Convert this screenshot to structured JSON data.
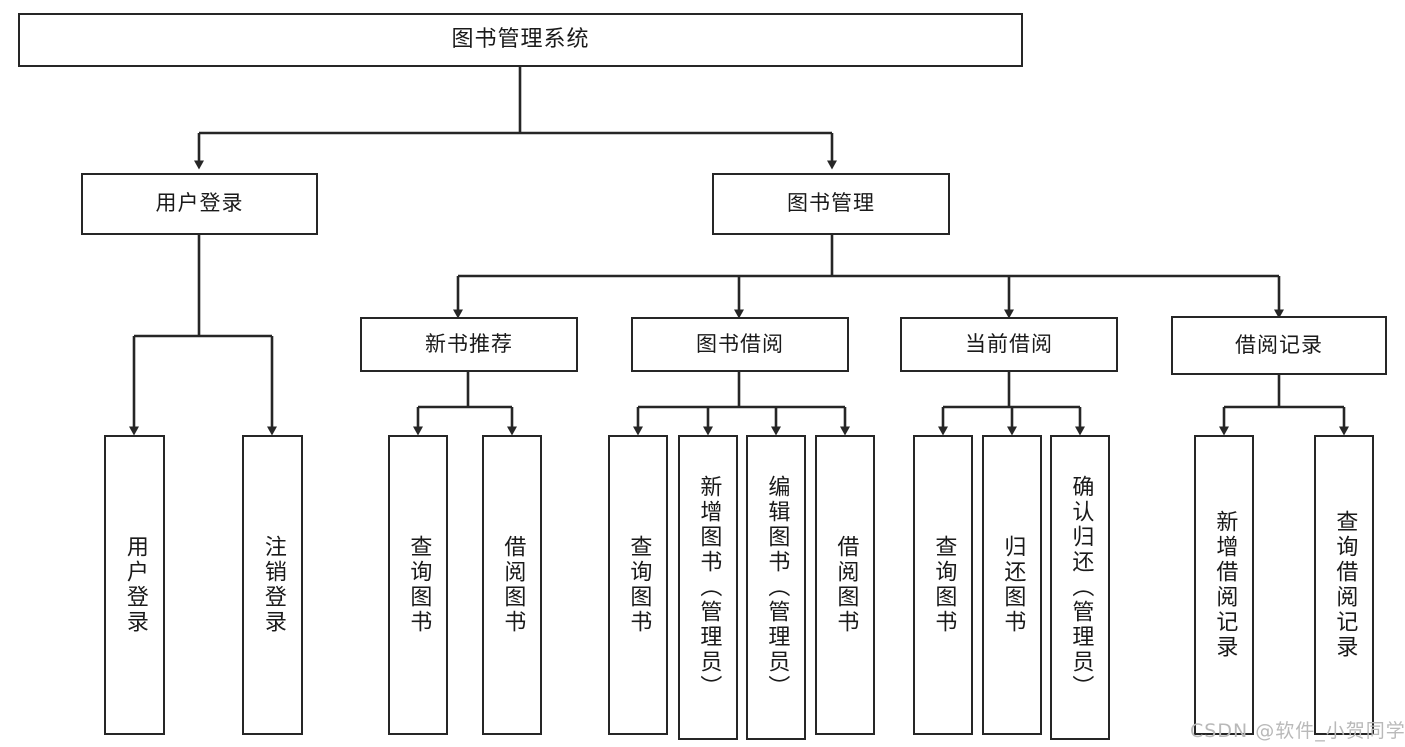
{
  "diagram": {
    "title": "图书管理系统",
    "type": "tree-hierarchy-chart",
    "line_color": "#262626",
    "box_fill": "#ffffff",
    "text_color": "#1a1a1a"
  },
  "nodes": {
    "root": {
      "label": "图书管理系统"
    },
    "level1": [
      {
        "label": "用户登录"
      },
      {
        "label": "图书管理"
      }
    ],
    "level2": [
      {
        "label": "新书推荐"
      },
      {
        "label": "图书借阅"
      },
      {
        "label": "当前借阅"
      },
      {
        "label": "借阅记录"
      }
    ],
    "leaves": {
      "user_login": [
        {
          "label": "用户登录"
        },
        {
          "label": "注销登录"
        }
      ],
      "new_book_rec": [
        {
          "label": "查询图书"
        },
        {
          "label": "借阅图书"
        }
      ],
      "book_borrow": [
        {
          "label": "查询图书"
        },
        {
          "label": "新增图书（管理员）"
        },
        {
          "label": "编辑图书（管理员）"
        },
        {
          "label": "借阅图书"
        }
      ],
      "current_borrow": [
        {
          "label": "查询图书"
        },
        {
          "label": "归还图书"
        },
        {
          "label": "确认归还（管理员）"
        }
      ],
      "borrow_record": [
        {
          "label": "新增借阅记录"
        },
        {
          "label": "查询借阅记录"
        }
      ]
    }
  },
  "watermark": {
    "text": "CSDN @软件_小贺同学"
  }
}
